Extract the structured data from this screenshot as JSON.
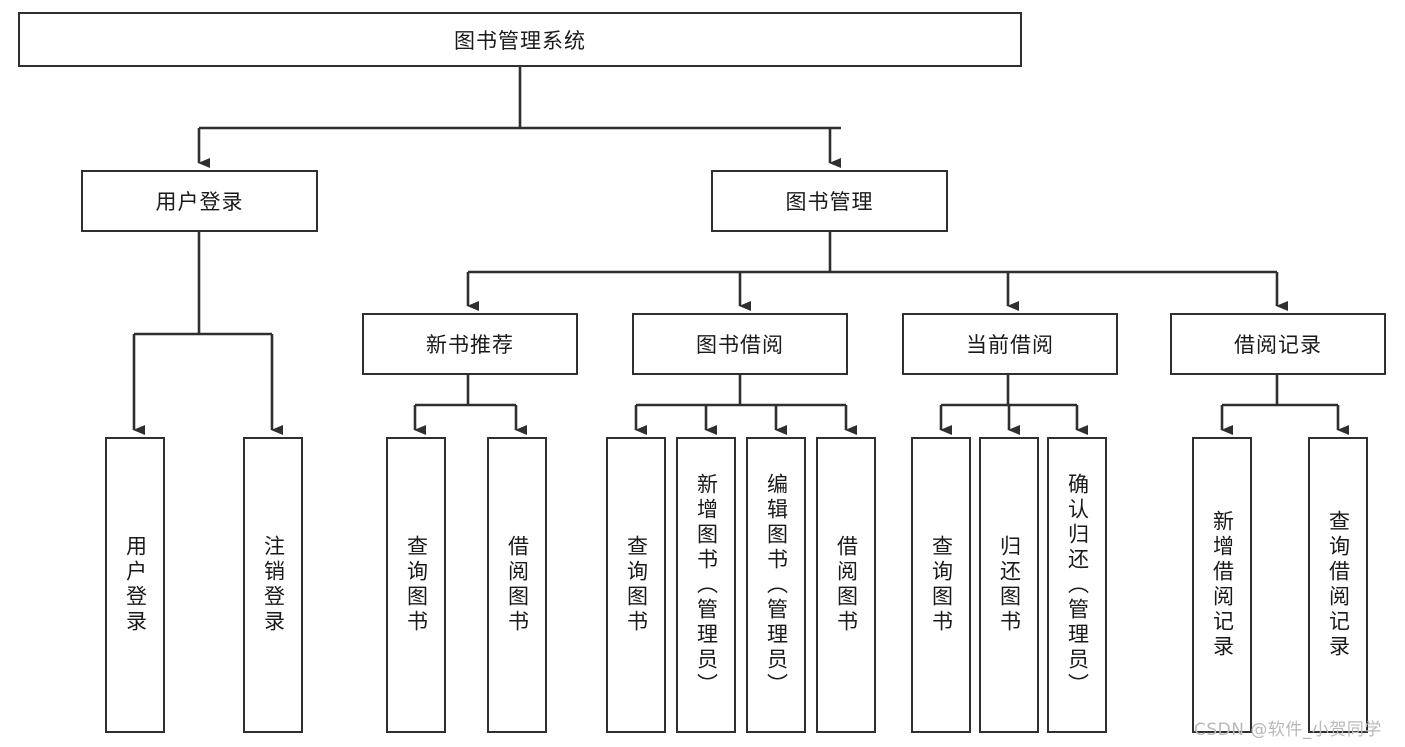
{
  "diagram": {
    "title": "图书管理系统",
    "watermark": "CSDN @软件_小贺同学",
    "colors": {
      "stroke": "#2f2f2f",
      "fill": "#ffffff",
      "text": "#1a1a1a",
      "watermark": "#b9b9b9"
    },
    "nodes": {
      "root": {
        "label": "图书管理系统"
      },
      "level2": [
        {
          "label": "用户登录"
        },
        {
          "label": "图书管理"
        }
      ],
      "level3": [
        {
          "label": "新书推荐"
        },
        {
          "label": "图书借阅"
        },
        {
          "label": "当前借阅"
        },
        {
          "label": "借阅记录"
        }
      ],
      "leaves": {
        "user_login": [
          {
            "label": "用户登录"
          },
          {
            "label": "注销登录"
          }
        ],
        "new_book": [
          {
            "label": "查询图书"
          },
          {
            "label": "借阅图书"
          }
        ],
        "book_borrow": [
          {
            "label": "查询图书"
          },
          {
            "label": "新增图书（管理员）"
          },
          {
            "label": "编辑图书（管理员）"
          },
          {
            "label": "借阅图书"
          }
        ],
        "current_borrow": [
          {
            "label": "查询图书"
          },
          {
            "label": "归还图书"
          },
          {
            "label": "确认归还（管理员）"
          }
        ],
        "borrow_record": [
          {
            "label": "新增借阅记录"
          },
          {
            "label": "查询借阅记录"
          }
        ]
      }
    }
  }
}
